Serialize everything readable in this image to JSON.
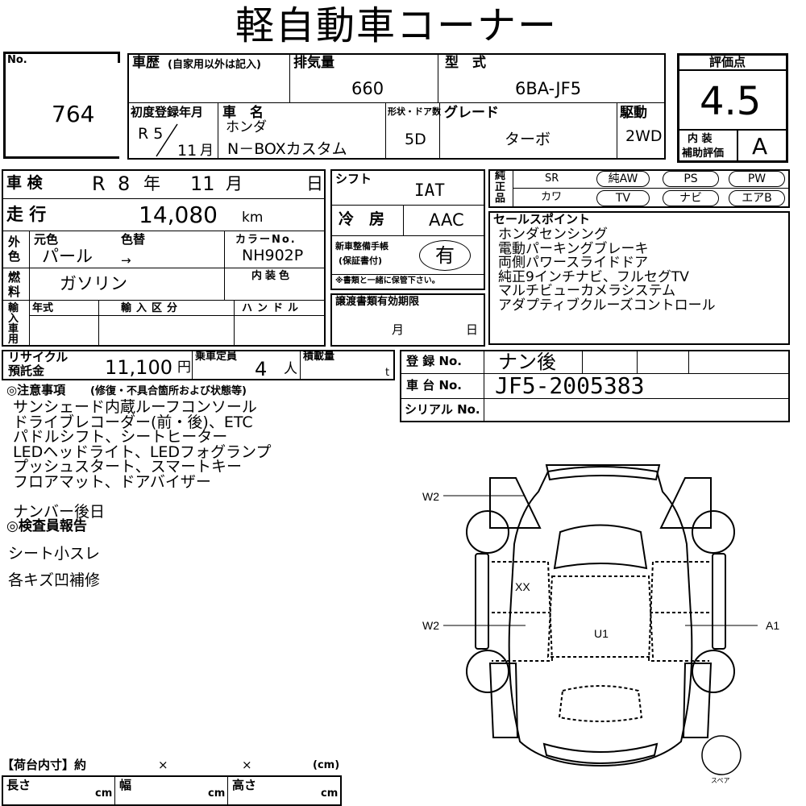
{
  "header": {
    "title": "軽自動車コーナー"
  },
  "lot": {
    "label": "No.",
    "value": "764"
  },
  "history": {
    "label": "車歴",
    "note": "(自家用以外は記入)",
    "value": ""
  },
  "displacement": {
    "label": "排気量",
    "value": "660"
  },
  "model": {
    "label": "型　式",
    "value": "6BA-JF5"
  },
  "first_reg": {
    "label": "初度登録年月",
    "era": "R 5",
    "slash": "/",
    "month": "11",
    "month_unit": "月"
  },
  "car_name": {
    "label": "車　名",
    "maker": "ホンダ",
    "name": "N－BOXカスタム"
  },
  "body": {
    "label": "形状・ドア数",
    "value": "5D"
  },
  "grade": {
    "label": "グレード",
    "value": "ターボ"
  },
  "drive": {
    "label": "駆動",
    "value": "2WD"
  },
  "score": {
    "label": "評価点",
    "value": "4.5",
    "interior_label1": "内 装",
    "interior_label2": "補助評価",
    "interior_value": "A"
  },
  "inspection": {
    "label": "車 検",
    "era": "R",
    "year": "8",
    "year_unit": "年",
    "month": "11",
    "month_unit": "月",
    "day_unit": "日"
  },
  "shift": {
    "label": "シフト",
    "value": "IAT"
  },
  "mileage": {
    "label": "走 行",
    "value": "14,080",
    "unit": "km"
  },
  "aircon": {
    "label": "冷　房",
    "value": "AAC"
  },
  "color": {
    "side_label": "外色",
    "orig_label": "元色",
    "change_label": "色替",
    "orig_value": "パール",
    "arrow": "→",
    "code_label": "カラーNo.",
    "code_value": "NH902P",
    "interior_label": "内装色"
  },
  "fuel": {
    "side_label": "燃料",
    "value": "ガソリン"
  },
  "manual": {
    "label1": "新車整備手帳",
    "label2": "(保証書付)",
    "value": "有",
    "note": "※書類と一緒に保管下さい。"
  },
  "import": {
    "side_label": "輸入車用",
    "year_label": "年式",
    "type_label": "輸入区分",
    "handle_label": "ハンドル"
  },
  "transfer": {
    "label": "譲渡書類有効期限",
    "month_unit": "月",
    "day_unit": "日"
  },
  "equipment": {
    "side_label": "純正品",
    "row1": [
      "SR",
      "純AW",
      "PS",
      "PW"
    ],
    "row2": [
      "カワ",
      "TV",
      "ナビ",
      "エアB"
    ]
  },
  "sales_points": {
    "label": "セールスポイント",
    "lines": [
      "ホンダセンシング",
      "電動パーキングブレーキ",
      "両側パワースライドドア",
      "純正9インチナビ、フルセグTV",
      "マルチビューカメラシステム",
      "アダプティブクルーズコントロール"
    ]
  },
  "recycle": {
    "label1": "リサイクル",
    "label2": "預託金",
    "value": "11,100",
    "unit": "円"
  },
  "capacity": {
    "label": "乗車定員",
    "value": "4",
    "unit": "人"
  },
  "load": {
    "label": "積載量",
    "value": "",
    "unit": "t"
  },
  "registration": {
    "label": "登 録 No.",
    "value": "ナン後"
  },
  "chassis": {
    "label": "車 台 No.",
    "value": "JF5-2005383"
  },
  "serial": {
    "label": "シリアル No.",
    "value": ""
  },
  "notes": {
    "label": "◎注意事項",
    "label_sub": "(修復・不具合箇所および状態等)",
    "lines": [
      "サンシェード内蔵ルーフコンソール",
      "ドライブレコーダー(前・後)、ETC",
      "パドルシフト、シートヒーター",
      "LEDヘッドライト、LEDフォグランプ",
      "プッシュスタート、スマートキー",
      "フロアマット、ドアバイザー"
    ],
    "extra": "ナンバー後日"
  },
  "inspector": {
    "label": "◎検査員報告",
    "lines": [
      "シート小スレ",
      "各キズ凹補修"
    ]
  },
  "diagram": {
    "marks": [
      "W2",
      "XX",
      "W2",
      "U1",
      "A1"
    ],
    "spare_label": "スペア"
  },
  "cargo": {
    "label": "【荷台内寸】約",
    "x1": "×",
    "x2": "×",
    "unit_label": "(cm)",
    "length_label": "長さ",
    "width_label": "幅",
    "height_label": "高さ",
    "cm": "cm"
  }
}
